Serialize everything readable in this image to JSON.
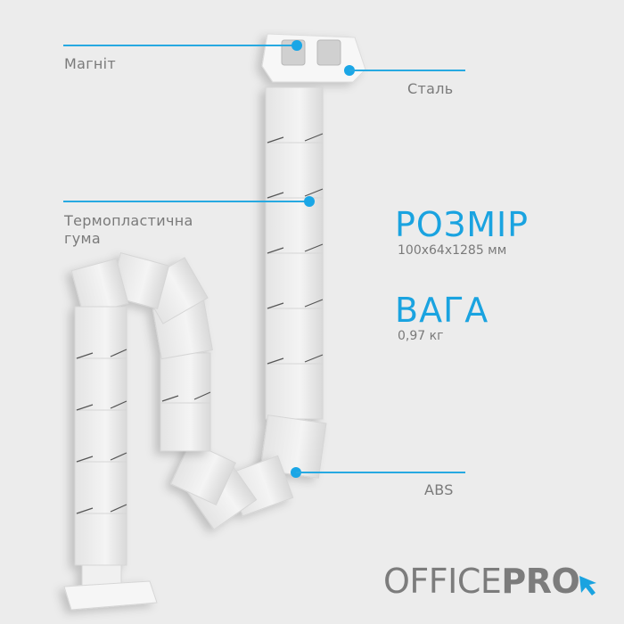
{
  "callouts": {
    "magnet": "Магніт",
    "steel": "Сталь",
    "thermoplastic_line1": "Термопластична",
    "thermoplastic_line2": "гума",
    "abs": "ABS"
  },
  "specs": {
    "size_title": "РОЗМІР",
    "size_value": "100x64x1285 мм",
    "weight_title": "ВАГА",
    "weight_value": "0,97 кг"
  },
  "brand": {
    "light": "OFFICE",
    "bold": "PRO",
    "accent_color": "#1aa3e0",
    "text_color": "#7c7c7c"
  },
  "colors": {
    "background": "#ececec",
    "callout_line": "#27a9e1"
  }
}
